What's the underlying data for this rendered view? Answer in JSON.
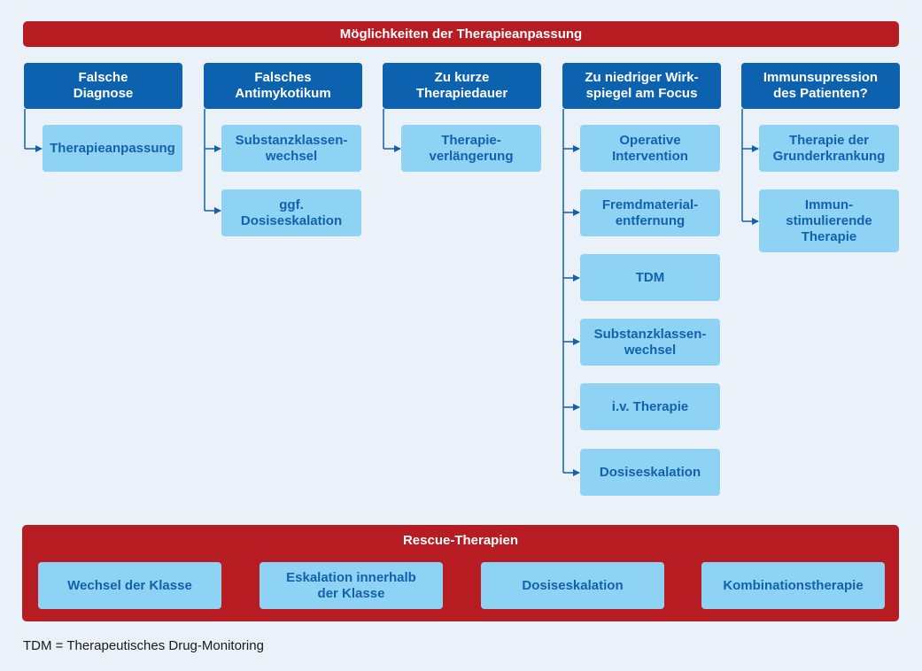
{
  "title": "Möglichkeiten der Therapieanpassung",
  "columns": [
    {
      "header": "Falsche\nDiagnose",
      "options": [
        "Therapieanpassung"
      ]
    },
    {
      "header": "Falsches\nAntimykotikum",
      "options": [
        "Substanzklassen-\nwechsel",
        "ggf.\nDosiseskalation"
      ]
    },
    {
      "header": "Zu kurze\nTherapiedauer",
      "options": [
        "Therapie-\nverlängerung"
      ]
    },
    {
      "header": "Zu niedriger Wirk-\nspiegel am Focus",
      "options": [
        "Operative\nIntervention",
        "Fremdmaterial-\nentfernung",
        "TDM",
        "Substanzklassen-\nwechsel",
        "i.v. Therapie",
        "Dosiseskalation"
      ]
    },
    {
      "header": "Immunsupression\ndes Patienten?",
      "options": [
        "Therapie der\nGrunderkrankung",
        "Immun-\nstimulierende\nTherapie"
      ]
    }
  ],
  "rescue": {
    "title": "Rescue-Therapien",
    "items": [
      "Wechsel der Klasse",
      "Eskalation innerhalb\nder Klasse",
      "Dosiseskalation",
      "Kombinationstherapie"
    ]
  },
  "footnote": "TDM = Therapeutisches Drug-Monitoring",
  "colors": {
    "banner": "#b71c22",
    "header_box": "#0d62b0",
    "option_box": "#8ed3f4",
    "option_text": "#1361ad",
    "background": "#eaf1f8"
  }
}
